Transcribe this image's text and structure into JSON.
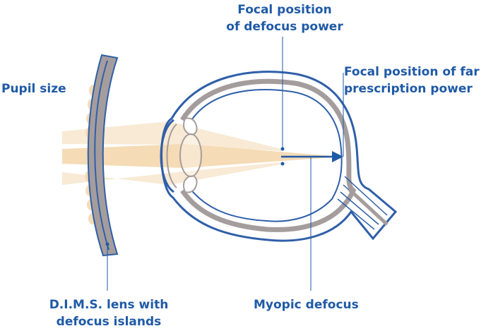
{
  "colors": {
    "accent_blue": "#1f5aa6",
    "eye_outline": "#2f5fa8",
    "tissue_gray": "#a59d9d",
    "light_beam": "#f4d9b2"
  },
  "labels": {
    "pupil_size": "Pupil size",
    "focal_defocus": [
      "Focal position",
      "of defocus power"
    ],
    "focal_far": [
      "Focal position of far",
      "prescription power"
    ],
    "dims_lens": [
      "D.I.M.S. lens with",
      "defocus islands"
    ],
    "myopic_defocus": "Myopic defocus"
  }
}
